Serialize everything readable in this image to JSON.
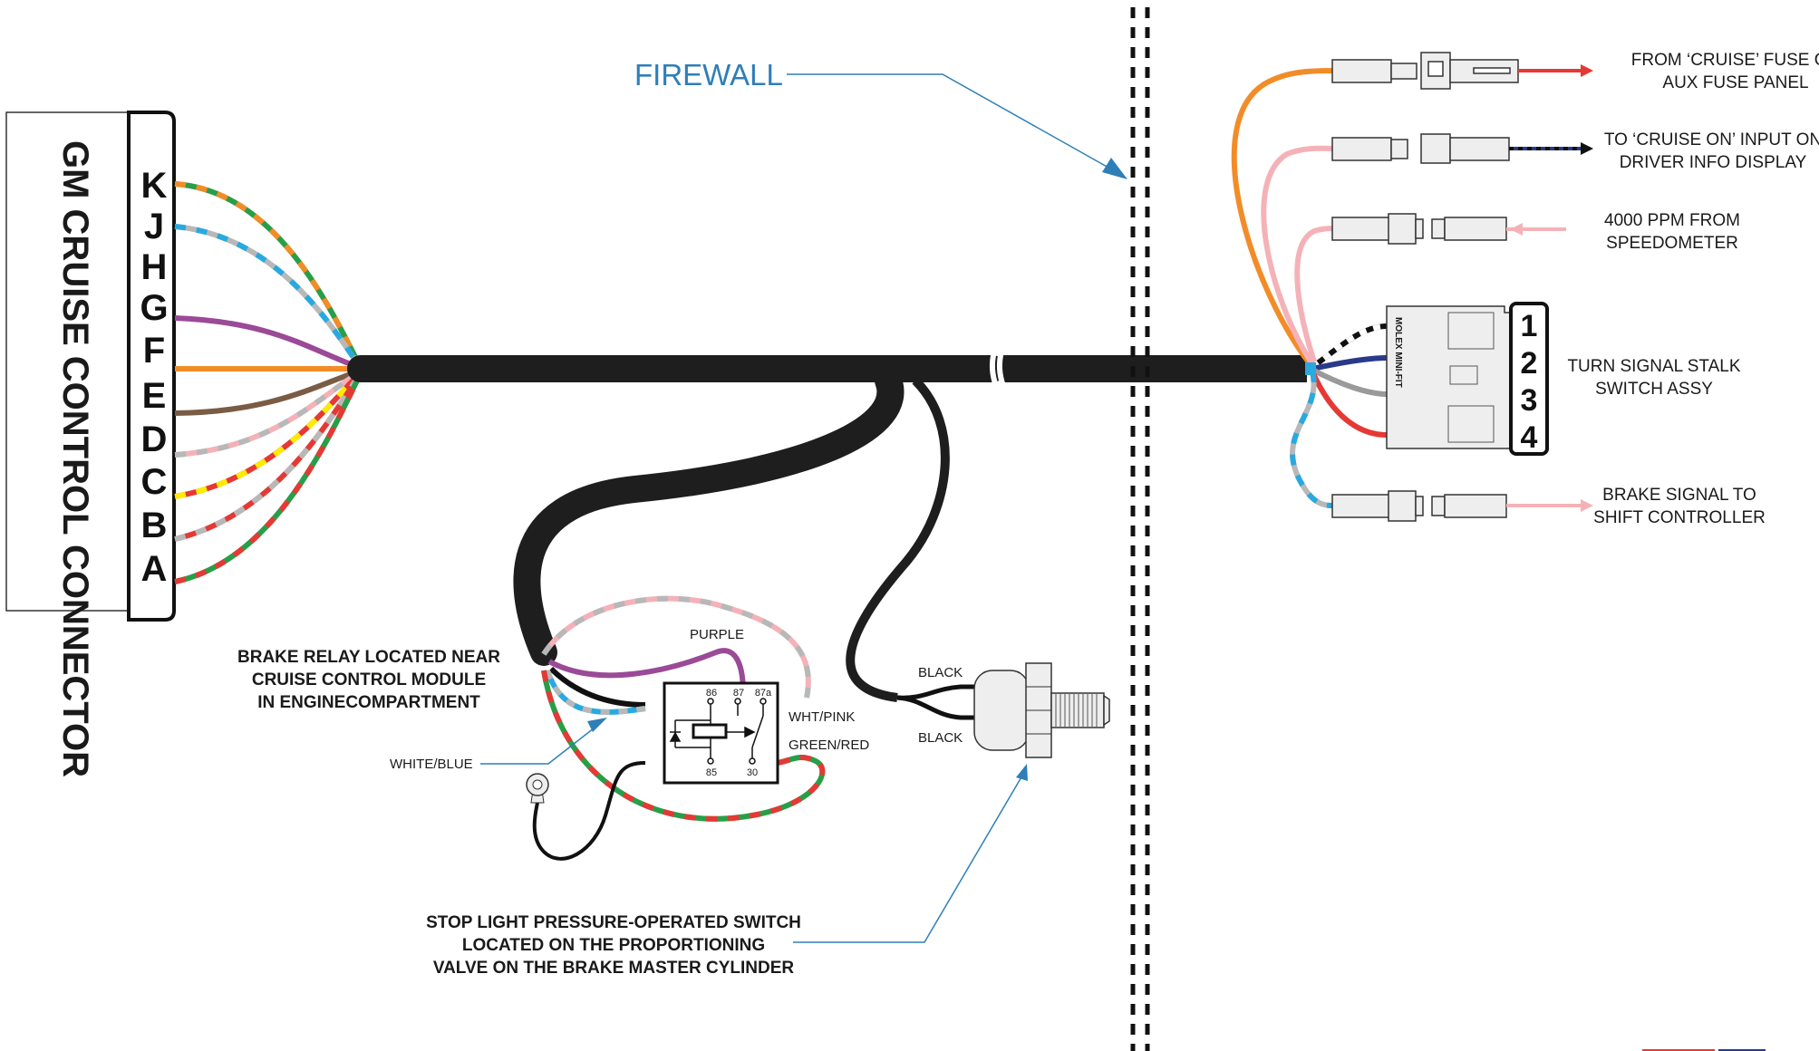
{
  "connector": {
    "title": "GM CRUISE CONTROL CONNECTOR",
    "pins": [
      "K",
      "J",
      "H",
      "G",
      "F",
      "E",
      "D",
      "C",
      "B",
      "A"
    ]
  },
  "firewall": {
    "label": "FIREWALL",
    "color": "#2e7fb8"
  },
  "right_labels": {
    "fuse_line1": "FROM ‘CRUISE’ FUSE ON",
    "fuse_line2": "AUX FUSE PANEL",
    "cruise_on_line1": "TO ‘CRUISE ON’  INPUT ON",
    "cruise_on_line2": "DRIVER INFO DISPLAY",
    "speedo_line1": "4000 PPM FROM",
    "speedo_line2": "SPEEDOMETER",
    "stalk_line1": "TURN SIGNAL STALK",
    "stalk_line2": "SWITCH ASSY",
    "brake_sig_line1": "BRAKE SIGNAL TO",
    "brake_sig_line2": "SHIFT CONTROLLER"
  },
  "molex": {
    "label": "MOLEX MINI-FIT",
    "pins": [
      "1",
      "2",
      "3",
      "4"
    ]
  },
  "relay": {
    "note_line1": "BRAKE RELAY LOCATED NEAR",
    "note_line2": "CRUISE CONTROL MODULE",
    "note_line3": "IN ENGINECOMPARTMENT",
    "terminals": [
      "86",
      "87",
      "87a",
      "85",
      "30"
    ],
    "wire_purple": "PURPLE",
    "wire_wht_pink": "WHT/PINK",
    "wire_green_red": "GREEN/RED",
    "wire_white_blue": "WHITE/BLUE"
  },
  "switch": {
    "black_top": "BLACK",
    "black_bottom": "BLACK",
    "note_line1": "STOP LIGHT PRESSURE-OPERATED SWITCH",
    "note_line2": "LOCATED ON THE PROPORTIONING",
    "note_line3": "VALVE ON THE BRAKE MASTER CYLINDER"
  },
  "colors": {
    "harness": "#1e1e1e",
    "orange": "#f28c28",
    "purple": "#9a4a96",
    "brown": "#7a5c44",
    "red": "#e53935",
    "green": "#2a9d48",
    "blue": "#29a9e0",
    "gray": "#b8b8b8",
    "pink": "#f4b2b8",
    "yellow": "#ffeb00",
    "navy": "#2a3a8a",
    "accent_blue": "#2e7fb8"
  }
}
